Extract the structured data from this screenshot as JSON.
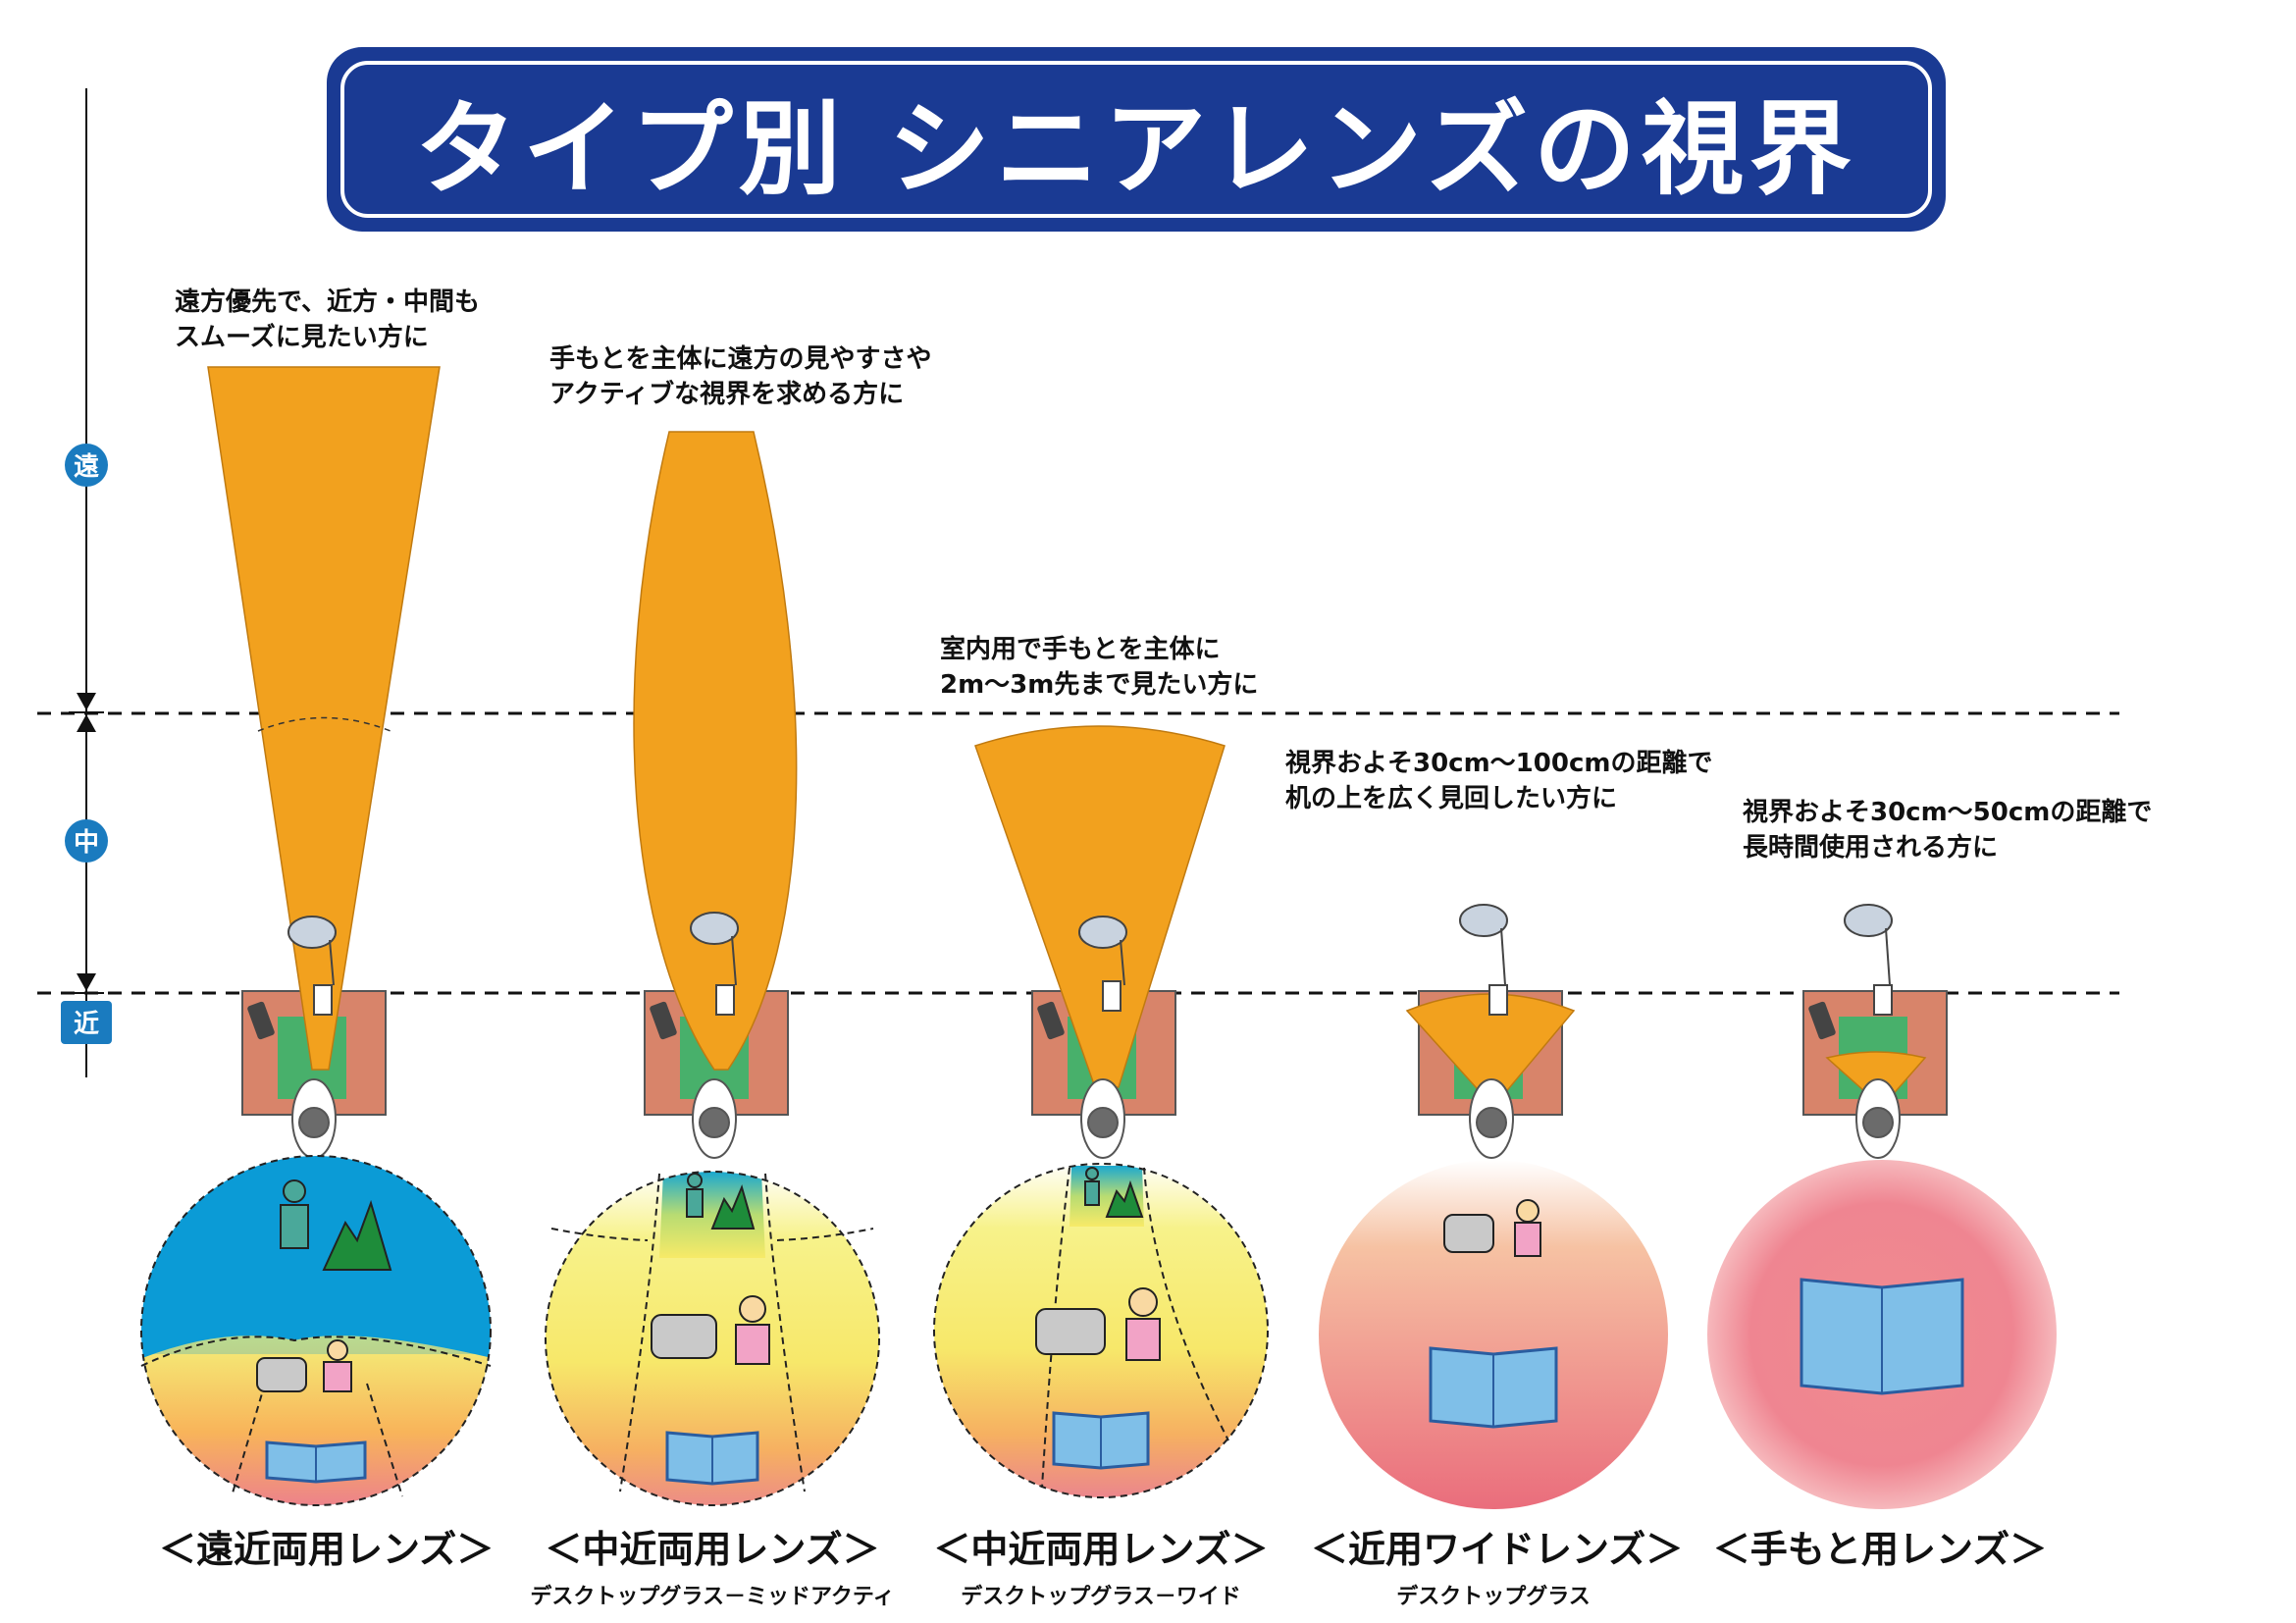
{
  "title": "タイプ別 シニアレンズの視界",
  "scale": {
    "far": "遠",
    "mid": "中",
    "near": "近"
  },
  "colors": {
    "banner": "#1a3a93",
    "field": "#f2a11e",
    "desk": "#d8846a",
    "mat": "#48b06b",
    "book": "#7fbfe8"
  },
  "lenses": [
    {
      "label": "＜遠近両用レンズ＞",
      "sub": "",
      "desc": [
        "遠方優先で、近方・中間も",
        "スムーズに見たい方に"
      ]
    },
    {
      "label": "＜中近両用レンズ＞",
      "sub": "デスクトップグラス－ミッドアクティ",
      "desc": [
        "手もとを主体に遠方の見やすさや",
        "アクティブな視界を求める方に"
      ]
    },
    {
      "label": "＜中近両用レンズ＞",
      "sub": "デスクトップグラス－ワイド",
      "desc": [
        "室内用で手もとを主体に",
        "2m～3m先まで見たい方に"
      ]
    },
    {
      "label": "＜近用ワイドレンズ＞",
      "sub": "デスクトップグラス",
      "desc": [
        "視界およそ30cm～100cmの距離で",
        "机の上を広く見回したい方に"
      ]
    },
    {
      "label": "＜手もと用レンズ＞",
      "sub": "",
      "desc": [
        "視界およそ30cm～50cmの距離で",
        "長時間使用される方に"
      ]
    }
  ]
}
